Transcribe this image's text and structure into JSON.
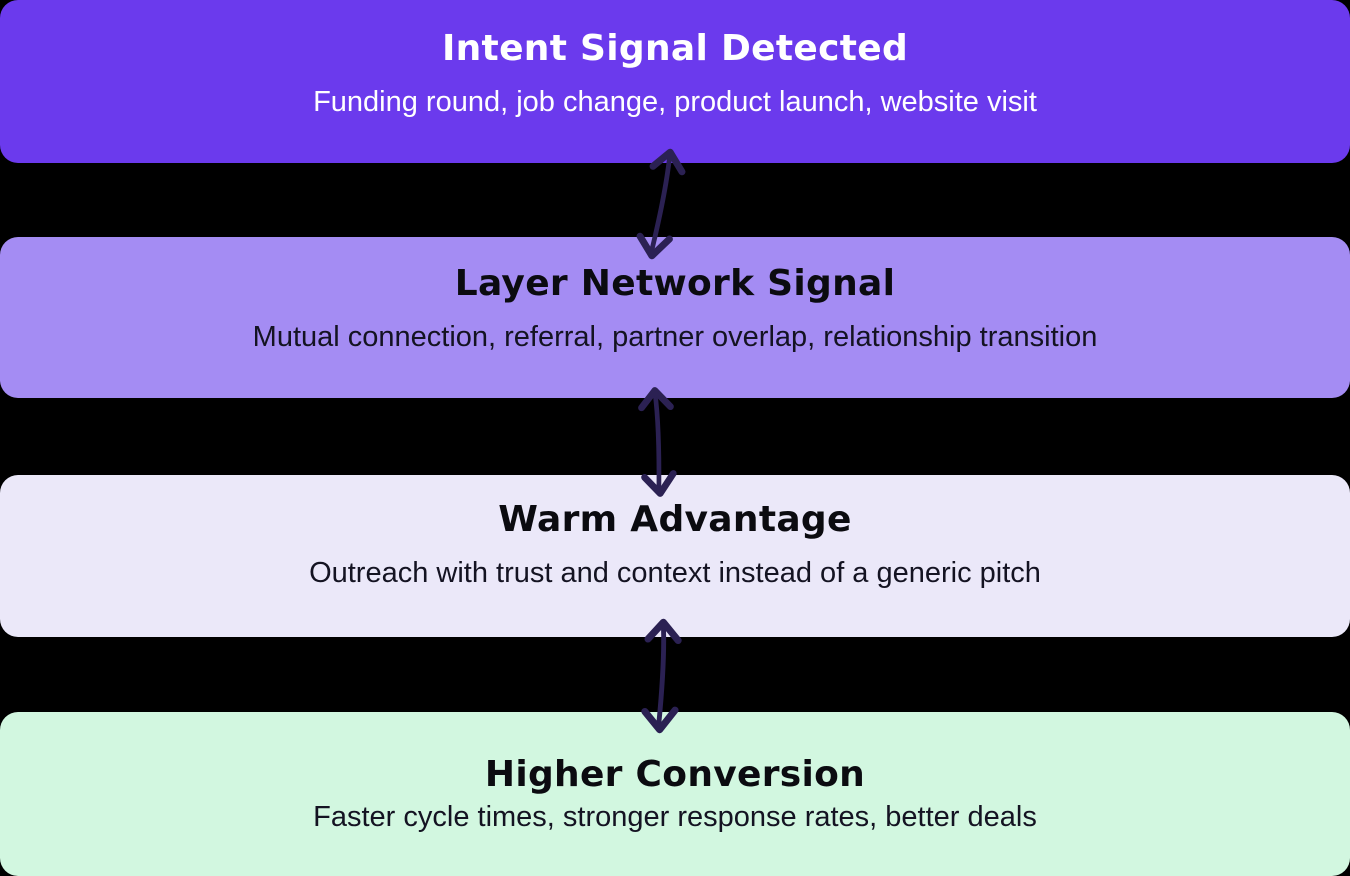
{
  "diagram": {
    "background_color": "#000000",
    "arrow_color": "#2B2153",
    "arrow_icon": "double-headed-vertical-arrow",
    "steps": [
      {
        "title": "Intent Signal Detected",
        "subtitle": "Funding round, job change, product launch, website visit",
        "bg_color": "#6B3AED",
        "title_color": "#FFFFFF",
        "subtitle_color": "#FFFFFF"
      },
      {
        "title": "Layer Network Signal",
        "subtitle": "Mutual connection, referral, partner overlap, relationship transition",
        "bg_color": "#A48CF3",
        "title_color": "#0B0B10",
        "subtitle_color": "#141322"
      },
      {
        "title": "Warm Advantage",
        "subtitle": "Outreach with trust and context instead of a generic pitch",
        "bg_color": "#EBE8F9",
        "title_color": "#0B0B10",
        "subtitle_color": "#141322"
      },
      {
        "title": "Higher Conversion",
        "subtitle": "Faster cycle times, stronger response rates, better deals",
        "bg_color": "#D2F7E0",
        "title_color": "#0B0B10",
        "subtitle_color": "#141322"
      }
    ]
  }
}
